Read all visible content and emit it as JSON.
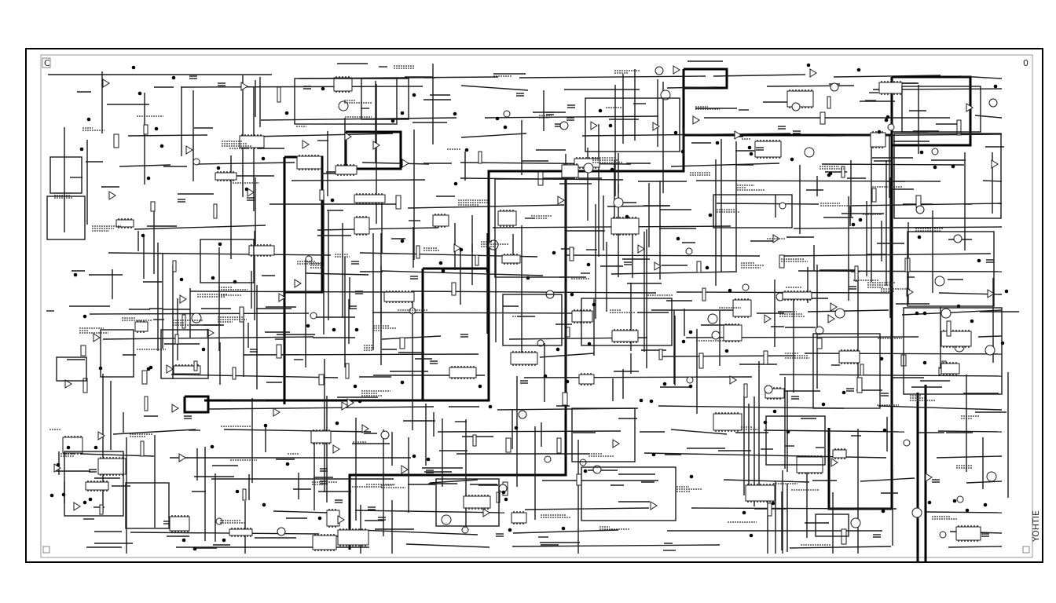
{
  "sheet": {
    "corner_top_left": "C",
    "corner_top_right": "0",
    "corner_side_right": "YOHTIE"
  },
  "colors": {
    "ink": "#1a1a1a",
    "bus": "#000000",
    "paper": "#ffffff"
  }
}
